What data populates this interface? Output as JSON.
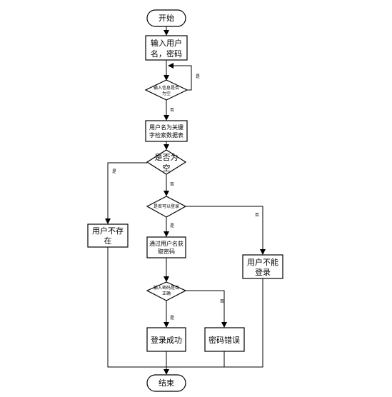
{
  "nodes": {
    "start": "开始",
    "input_credentials": [
      "输入用户",
      "名，密码"
    ],
    "check_input_empty": [
      "输入信息是否",
      "为空"
    ],
    "search_db": [
      "用户名为关键",
      "字检索数据表"
    ],
    "check_empty": [
      "是否为",
      "空"
    ],
    "user_not_exist": [
      "用户不存",
      "在"
    ],
    "check_can_login": "是否可以登录",
    "get_password": [
      "通过用户名获",
      "取密码"
    ],
    "cannot_login": [
      "用户不能",
      "登录"
    ],
    "check_password": [
      "输入密码是否",
      "正确"
    ],
    "login_success": "登录成功",
    "password_error": "密码错误",
    "end": "结束"
  },
  "edge_labels": {
    "yes": "是",
    "no": "否"
  }
}
